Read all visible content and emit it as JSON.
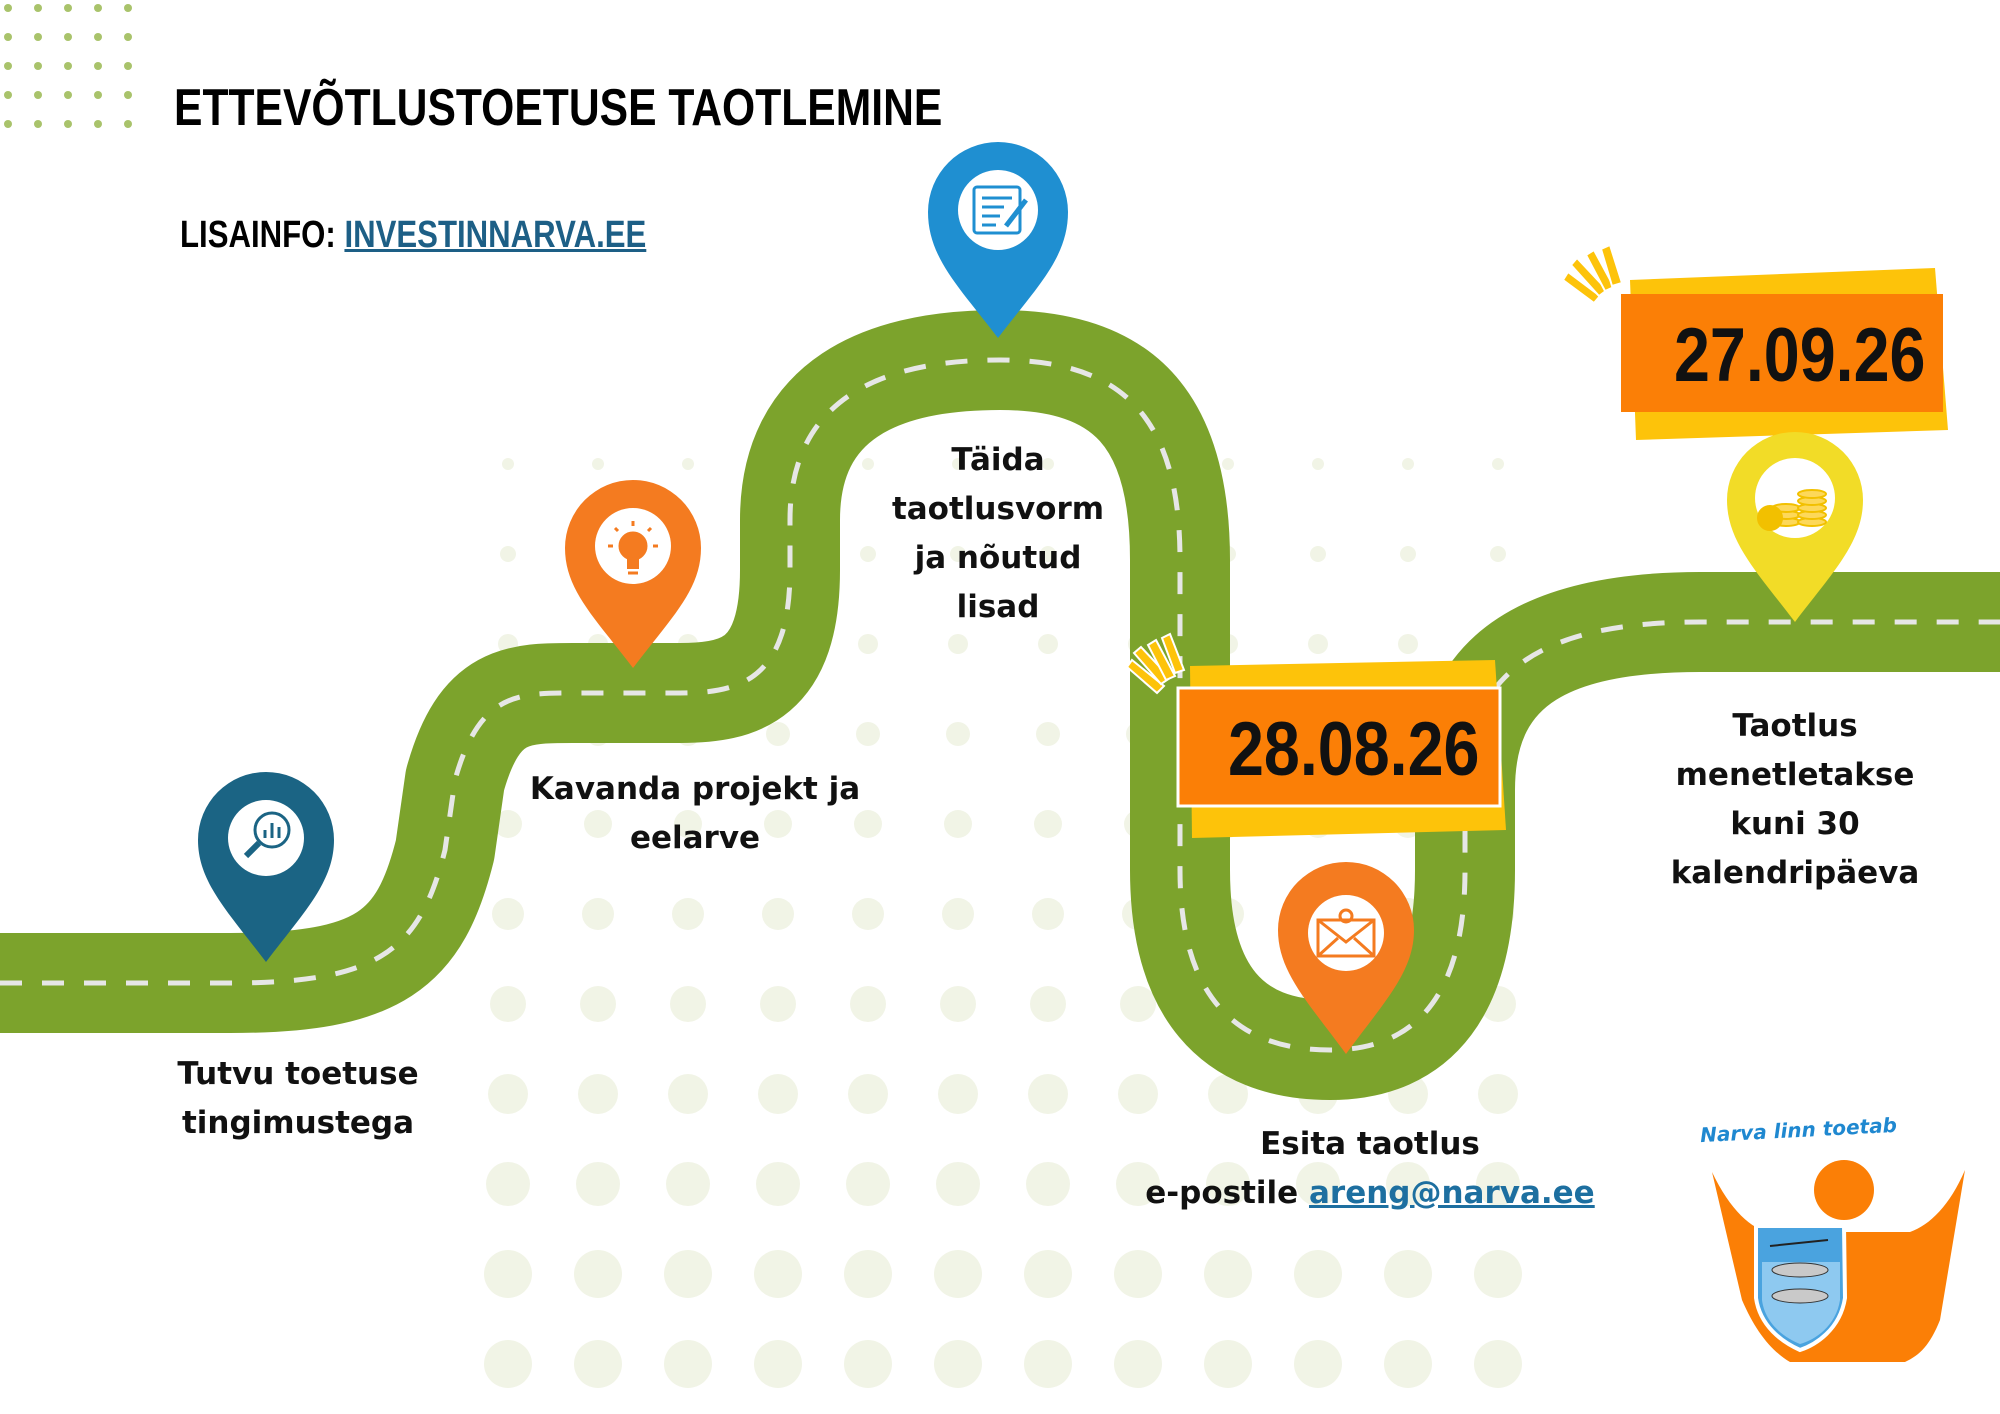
{
  "header": {
    "title": "ETTEVÕTLUSTOETUSE TAOTLEMINE",
    "info_label": "LISAINFO:",
    "info_link": "INVESTINNARVA.EE"
  },
  "steps": [
    {
      "text_lines": [
        "Tutvu toetuse",
        "tingimustega"
      ],
      "icon": "search-chart-icon",
      "pin_color": "#1b6484"
    },
    {
      "text_lines": [
        "Kavanda projekt ja",
        "eelarve"
      ],
      "icon": "lightbulb-icon",
      "pin_color": "#f47b20"
    },
    {
      "text_lines": [
        "Täida",
        "taotlusvorm",
        "ja nõutud",
        "lisad"
      ],
      "icon": "form-document-icon",
      "pin_color": "#1f8fd1"
    },
    {
      "text_lines": [
        "Esita taotlus"
      ],
      "text_prefix": "e-postile ",
      "email": "areng@narva.ee",
      "icon": "envelope-icon",
      "pin_color": "#f47b20"
    },
    {
      "text_lines": [
        "Taotlus",
        "menetletakse",
        "kuni 30",
        "kalendripäeva"
      ],
      "icon": "coins-icon",
      "pin_color": "#f2dc27"
    }
  ],
  "dates": {
    "submit_deadline": "28.08.26",
    "processing_deadline": "27.09.26"
  },
  "logo": {
    "text": "Narva linn toetab"
  },
  "colors": {
    "road": "#7ca32c",
    "dash": "#e6e6e6",
    "orange": "#fb7f06",
    "yellow": "#fdc30a",
    "dots": "#f1f4e6",
    "green_dots": "#a9c36b"
  }
}
